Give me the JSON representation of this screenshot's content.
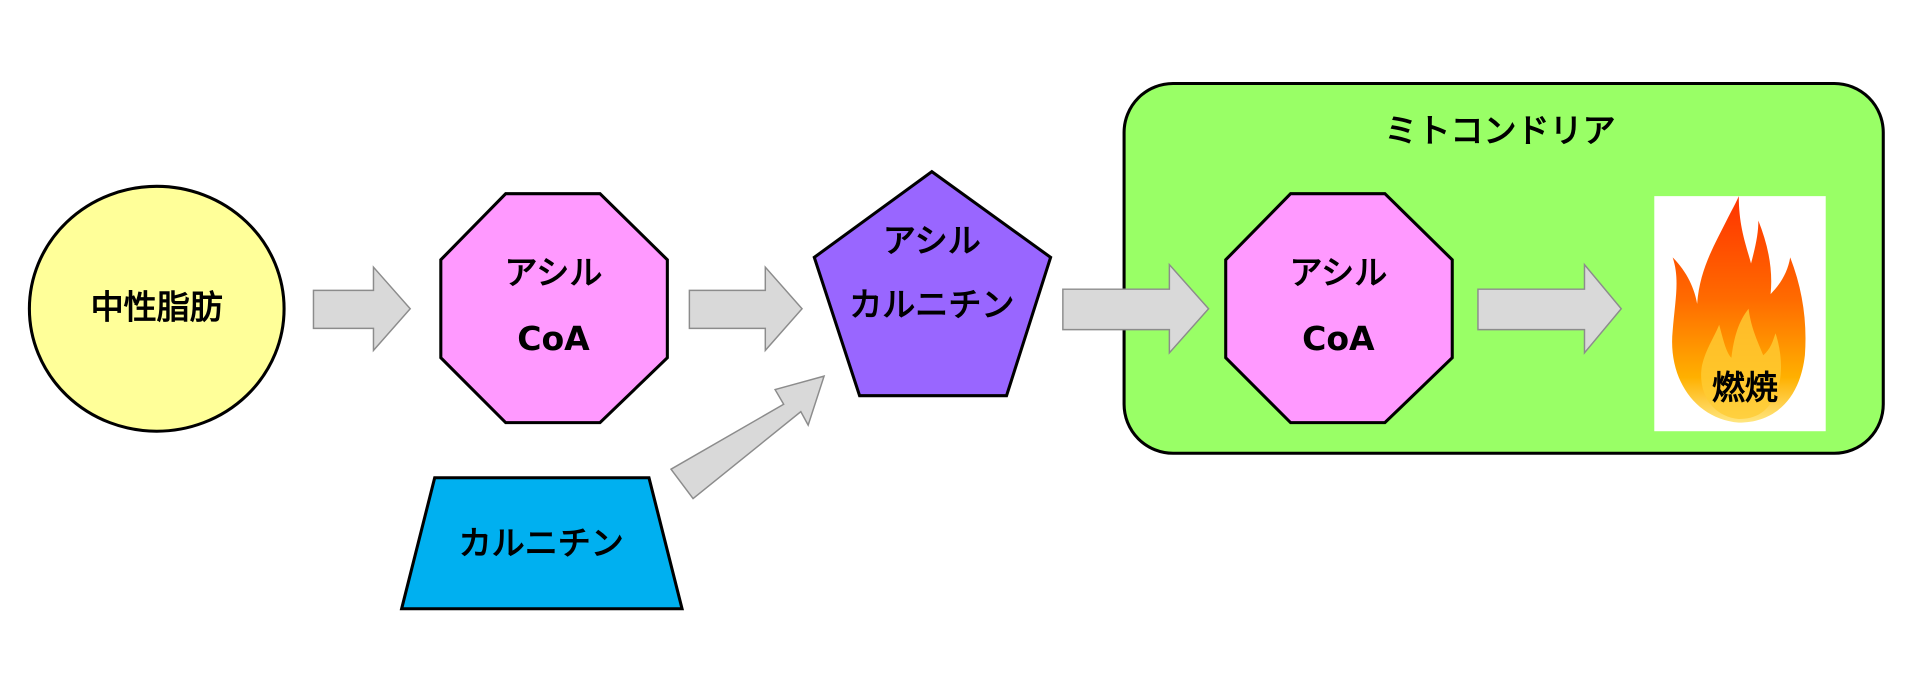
{
  "nodes": {
    "triglyceride": {
      "label": "中性脂肪",
      "color": "#ffff99"
    },
    "acyl_coa_1": {
      "line1": "アシル",
      "line2": "CoA",
      "color": "#ff99ff"
    },
    "acyl_carnitine": {
      "line1": "アシル",
      "line2": "カルニチン",
      "color": "#9966ff"
    },
    "carnitine": {
      "label": "カルニチン",
      "color": "#00b0f0"
    },
    "acyl_coa_2": {
      "line1": "アシル",
      "line2": "CoA",
      "color": "#ff99ff"
    },
    "combustion": {
      "label": "燃焼"
    }
  },
  "mitochondria": {
    "title": "ミトコンドリア",
    "color": "#99ff66"
  }
}
